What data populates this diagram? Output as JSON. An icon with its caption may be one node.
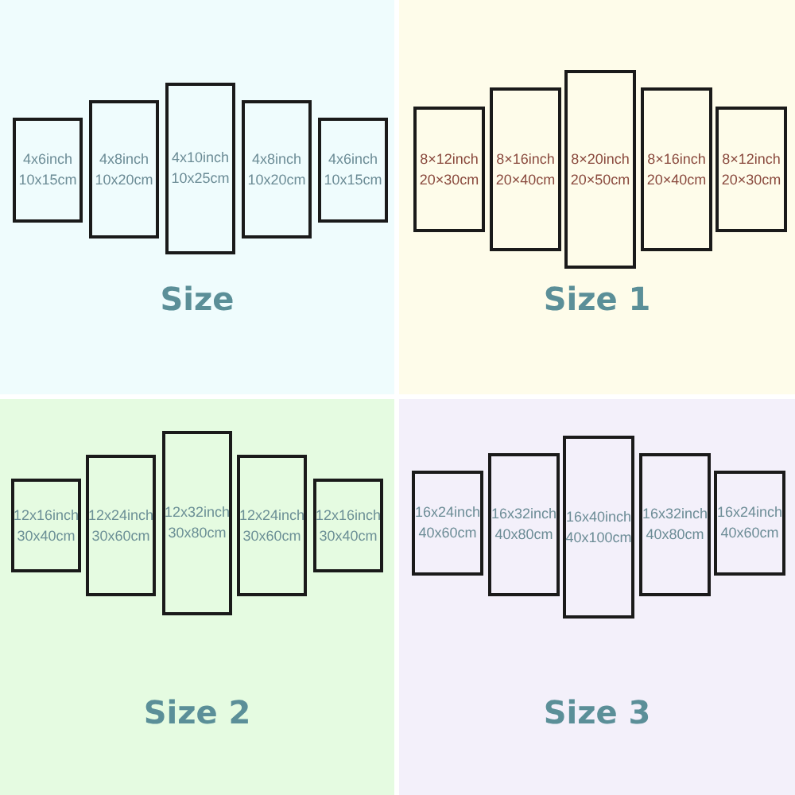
{
  "diagram": {
    "nodes": [
      {
        "text": [
          "Size"
        ]
      },
      {
        "text": [
          "4x6inch",
          "10x15cm"
        ],
        "in": 0
      },
      {
        "text": [
          "4x8inch",
          "10x20cm"
        ],
        "in": 0
      },
      {
        "text": [
          "4x10inch",
          "10x25cm"
        ],
        "in": 0
      },
      {
        "text": [
          "4x8inch",
          "10x20cm"
        ],
        "in": 0
      },
      {
        "text": [
          "4x6inch",
          "10x15cm"
        ],
        "in": 0
      },
      {
        "text": [
          "Size 1"
        ]
      },
      {
        "text": [
          "8×12inch",
          "20×30cm"
        ],
        "in": 6
      },
      {
        "text": [
          "8×16inch",
          "20×40cm"
        ],
        "in": 6
      },
      {
        "text": [
          "8×20inch",
          "20×50cm"
        ],
        "in": 6
      },
      {
        "text": [
          "8×16inch",
          "20×40cm"
        ],
        "in": 6
      },
      {
        "text": [
          "8×12inch",
          "20×30cm"
        ],
        "in": 6
      },
      {
        "text": [
          "Size 2"
        ]
      },
      {
        "text": [
          "12x16inch",
          "30x40cm"
        ],
        "in": 12
      },
      {
        "text": [
          "12x24inch",
          "30x60cm"
        ],
        "in": 12
      },
      {
        "text": [
          "12x32inch",
          "30x80cm"
        ],
        "in": 12
      },
      {
        "text": [
          "12x24inch",
          "30x60cm"
        ],
        "in": 12
      },
      {
        "text": [
          "12x16inch",
          "30x40cm"
        ],
        "in": 12
      },
      {
        "text": [
          "Size 3"
        ]
      },
      {
        "text": [
          "16x24inch",
          "40x60cm"
        ],
        "in": 18
      },
      {
        "text": [
          "16x32inch",
          "40x80cm"
        ],
        "in": 18
      },
      {
        "text": [
          "16x40inch",
          "40x100cm"
        ],
        "in": 18
      },
      {
        "text": [
          "16x32inch",
          "40x80cm"
        ],
        "in": 18
      },
      {
        "text": [
          "16x24inch",
          "40x60cm"
        ],
        "in": 18
      }
    ]
  }
}
